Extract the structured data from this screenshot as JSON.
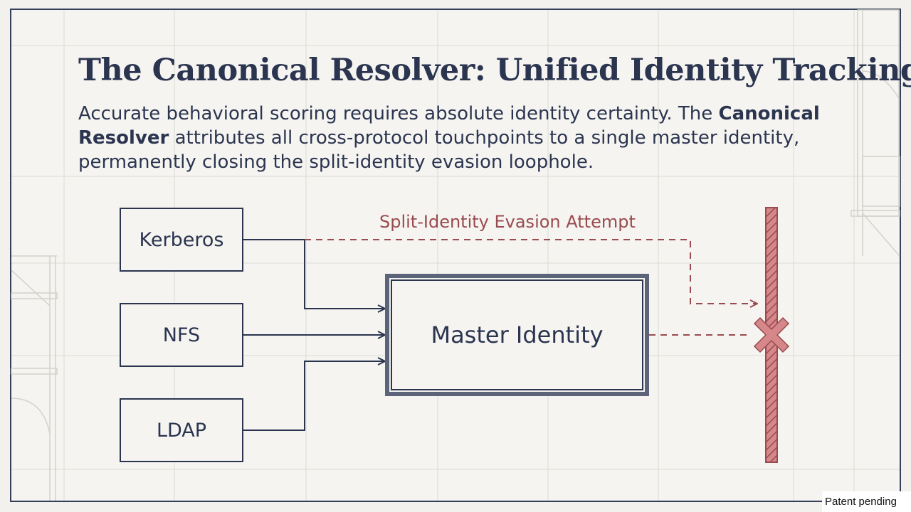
{
  "title": "The Canonical Resolver: Unified Identity Tracking",
  "subtitle": {
    "before": "Accurate behavioral scoring requires absolute identity certainty. The ",
    "emphasis": "Canonical Resolver",
    "after": " attributes all cross-protocol touchpoints to a single master identity, permanently closing the split-identity evasion loophole."
  },
  "sources": [
    {
      "label": "Kerberos"
    },
    {
      "label": "NFS"
    },
    {
      "label": "LDAP"
    }
  ],
  "target": {
    "label": "Master Identity"
  },
  "evasion": {
    "label": "Split-Identity Evasion Attempt"
  },
  "footnote": "Patent pending",
  "colors": {
    "ink": "#2b3550",
    "accent_red": "#9a4b4f",
    "barrier_fill": "#d6878a",
    "background": "#f2f1ed"
  }
}
